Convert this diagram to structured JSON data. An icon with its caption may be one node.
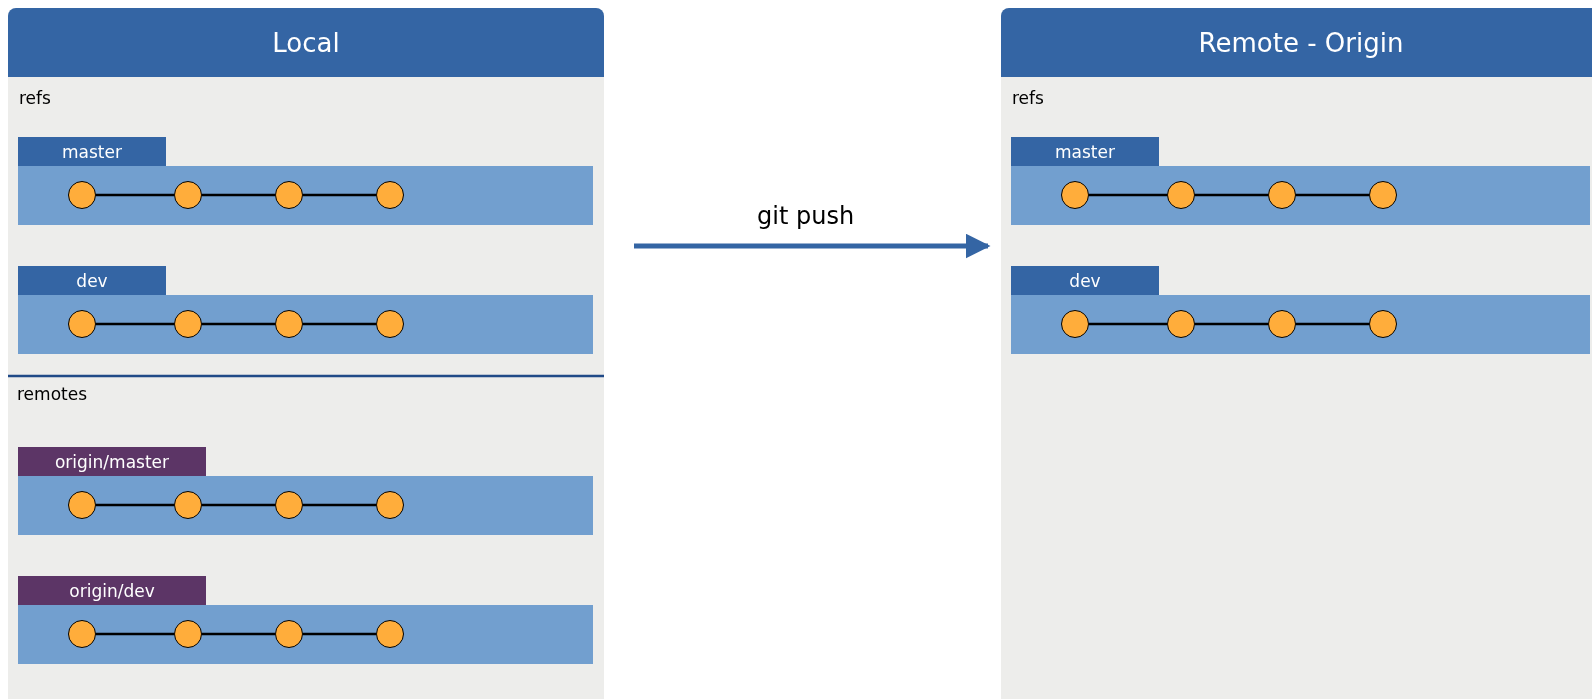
{
  "diagram": {
    "nodes": [
      {
        "text": [
          "Local"
        ]
      },
      {
        "text": [
          "master"
        ],
        "in": 0
      },
      {
        "text": [],
        "shape": "circle",
        "in": 1
      },
      {
        "text": [],
        "shape": "circle",
        "in": 1
      },
      {
        "text": [],
        "shape": "circle",
        "in": 1
      },
      {
        "text": [],
        "shape": "circle",
        "in": 1
      },
      {
        "text": [
          "dev"
        ],
        "in": 0
      },
      {
        "text": [],
        "shape": "circle",
        "in": 6
      },
      {
        "text": [],
        "shape": "circle",
        "in": 6
      },
      {
        "text": [],
        "shape": "circle",
        "in": 6
      },
      {
        "text": [],
        "shape": "circle",
        "in": 6
      },
      {
        "text": [
          "origin/master"
        ],
        "in": 0
      },
      {
        "text": [],
        "shape": "circle",
        "in": 11
      },
      {
        "text": [],
        "shape": "circle",
        "in": 11
      },
      {
        "text": [],
        "shape": "circle",
        "in": 11
      },
      {
        "text": [],
        "shape": "circle",
        "in": 11
      },
      {
        "text": [
          "origin/dev"
        ],
        "in": 0
      },
      {
        "text": [],
        "shape": "circle",
        "in": 16
      },
      {
        "text": [],
        "shape": "circle",
        "in": 16
      },
      {
        "text": [],
        "shape": "circle",
        "in": 16
      },
      {
        "text": [],
        "shape": "circle",
        "in": 16
      },
      {
        "text": [
          "Remote - Origin"
        ]
      },
      {
        "text": [
          "master"
        ],
        "in": 21
      },
      {
        "text": [],
        "shape": "circle",
        "in": 22
      },
      {
        "text": [],
        "shape": "circle",
        "in": 22
      },
      {
        "text": [],
        "shape": "circle",
        "in": 22
      },
      {
        "text": [],
        "shape": "circle",
        "in": 22
      },
      {
        "text": [
          "dev"
        ],
        "in": 21
      },
      {
        "text": [],
        "shape": "circle",
        "in": 27
      },
      {
        "text": [],
        "shape": "circle",
        "in": 27
      },
      {
        "text": [],
        "shape": "circle",
        "in": 27
      },
      {
        "text": [],
        "shape": "circle",
        "in": 27
      }
    ],
    "edges": [
      {
        "from": 2,
        "to": 3,
        "arrow": "none"
      },
      {
        "from": 3,
        "to": 4,
        "arrow": "none"
      },
      {
        "from": 4,
        "to": 5,
        "arrow": "none"
      },
      {
        "from": 7,
        "to": 8,
        "arrow": "none"
      },
      {
        "from": 8,
        "to": 9,
        "arrow": "none"
      },
      {
        "from": 9,
        "to": 10,
        "arrow": "none"
      },
      {
        "from": 12,
        "to": 13,
        "arrow": "none"
      },
      {
        "from": 13,
        "to": 14,
        "arrow": "none"
      },
      {
        "from": 14,
        "to": 15,
        "arrow": "none"
      },
      {
        "from": 17,
        "to": 18,
        "arrow": "none"
      },
      {
        "from": 18,
        "to": 19,
        "arrow": "none"
      },
      {
        "from": 19,
        "to": 20,
        "arrow": "none"
      },
      {
        "from": 23,
        "to": 24,
        "arrow": "none"
      },
      {
        "from": 24,
        "to": 25,
        "arrow": "none"
      },
      {
        "from": 25,
        "to": 26,
        "arrow": "none"
      },
      {
        "from": 28,
        "to": 29,
        "arrow": "none"
      },
      {
        "from": 29,
        "to": 30,
        "arrow": "none"
      },
      {
        "from": 30,
        "to": 31,
        "arrow": "none"
      },
      {
        "from": 0,
        "to": 21,
        "arrow": "to",
        "label": "git push",
        "style": "thick",
        "color": "#3465a4"
      }
    ],
    "labels": [
      "refs",
      "remotes",
      "refs"
    ]
  }
}
